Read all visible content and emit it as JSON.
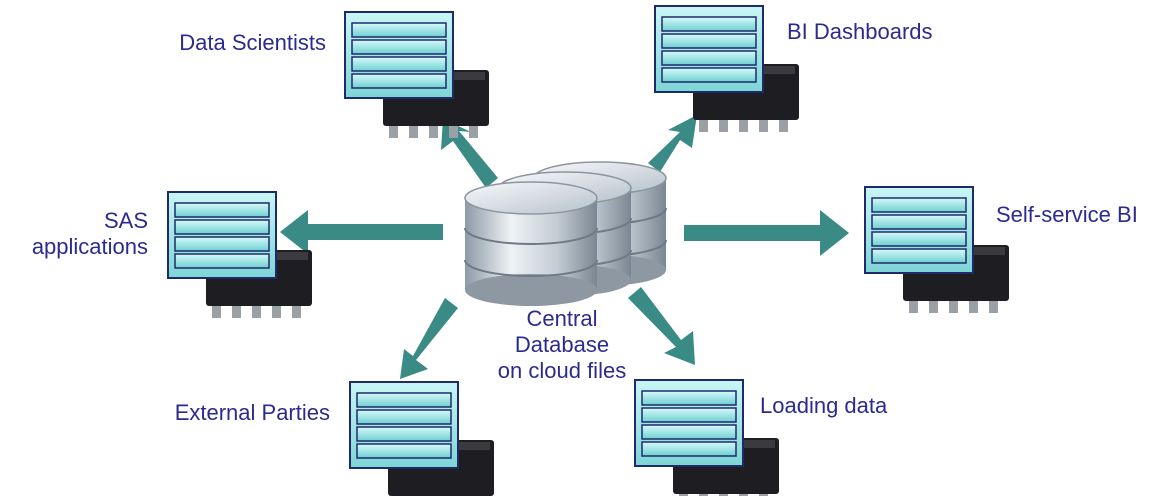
{
  "center": {
    "label_lines": [
      "Central",
      "Database",
      "on cloud files"
    ]
  },
  "nodes": {
    "data_scientists": "Data Scientists",
    "bi_dashboards": "BI Dashboards",
    "sas_applications": [
      "SAS",
      "applications"
    ],
    "self_service_bi": "Self-service BI",
    "external_parties": "External Parties",
    "loading_data": "Loading data"
  },
  "colors": {
    "arrow": "#3a8a86",
    "label_text": "#2b2b8f",
    "server_screen": "#8fe0e0",
    "server_frame": "#1f2a6b"
  },
  "icons": {
    "center": "database-stack-icon",
    "node": "server-computer-icon"
  }
}
